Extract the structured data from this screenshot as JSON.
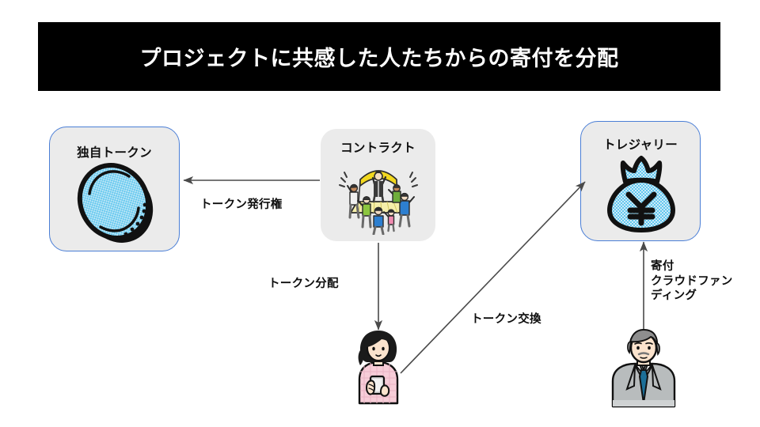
{
  "slide": {
    "title": "プロジェクトに共感した人たちからの寄付を分配",
    "title_bar_color": "#000000",
    "title_text_color": "#ffffff",
    "background_color": "#ffffff"
  },
  "cards": [
    {
      "id": "token",
      "label": "独自トークン",
      "icon": "blue-coin-icon",
      "border_color": "#4a7ed6",
      "fill_color": "#ebebeb"
    },
    {
      "id": "contract",
      "label": "コントラクト",
      "icon": "crowd-on-stage-icon",
      "border_color": "none",
      "fill_color": "#ebebeb"
    },
    {
      "id": "treasury",
      "label": "トレジャリー",
      "icon": "money-bag-yen-icon",
      "border_color": "#4a7ed6",
      "fill_color": "#ebebeb"
    }
  ],
  "arrows": [
    {
      "id": "token-issuance",
      "label": "トークン発行権",
      "from": "contract",
      "to": "token",
      "direction": "left"
    },
    {
      "id": "token-distribution",
      "label": "トークン分配",
      "from": "contract",
      "to": "woman",
      "direction": "down"
    },
    {
      "id": "token-exchange",
      "label": "トークン交換",
      "from": "woman",
      "to": "treasury",
      "direction": "up-right"
    },
    {
      "id": "donation-crowdfunding",
      "label": "寄付\nクラウドファン\nディング",
      "label_lines": [
        "寄付",
        "クラウドファン",
        "ディング"
      ],
      "from": "man",
      "to": "treasury",
      "direction": "up"
    }
  ],
  "figures": [
    {
      "id": "woman",
      "name": "woman-with-smartphone-icon",
      "top_color": "#f5c3cf",
      "hair_color": "#1b1b1b"
    },
    {
      "id": "man",
      "name": "older-man-in-suit-icon",
      "suit_color": "#b8bcbd",
      "tie_color": "#1c6f98",
      "hair_color": "#8e8e8e"
    }
  ]
}
